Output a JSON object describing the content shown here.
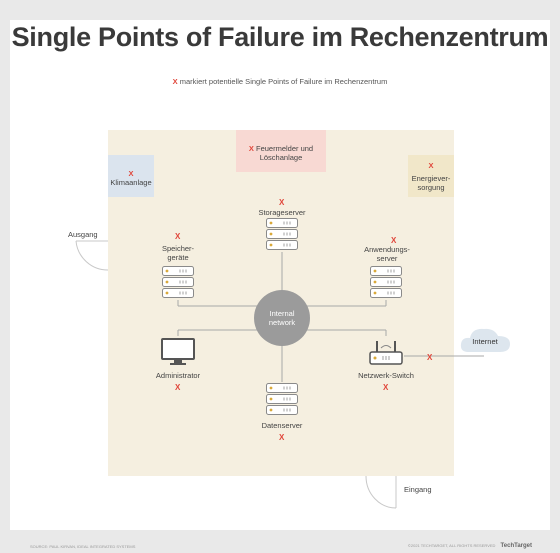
{
  "title": "Single Points of Failure im Rechenzentrum",
  "legend": {
    "marker": "X",
    "text": " markiert potentielle Single Points of Failure im Rechenzentrum"
  },
  "marker": "X",
  "zones": {
    "fire": "Feuermelder und Löschanlage",
    "climate": "Klimaanlage",
    "power": "Energiever-sorgung"
  },
  "nodes": {
    "storage_server": "Storageserver",
    "storage_devices": "Speicher-geräte",
    "app_server": "Anwendungs-server",
    "network": "Internal network",
    "admin": "Administrator",
    "switch": "Netzwerk-Switch",
    "data_server": "Datenserver",
    "internet": "Internet"
  },
  "doors": {
    "exit": "Ausgang",
    "entrance": "Eingang"
  },
  "footer": {
    "source": "SOURCE: PAUL KIRVAN, IDEAL INTEGRATED SYSTEMS",
    "copyright": "©2021 TECHTARGET, ALL RIGHTS RESERVED",
    "brand": "TechTarget"
  },
  "colors": {
    "room": "#f5efe0",
    "fire_zone": "#f8d9d3",
    "climate_zone": "#dbe4ee",
    "power_zone": "#f1e7c9",
    "hub": "#9b9b9b",
    "marker": "#e0463a",
    "cloud": "#dde6ee"
  }
}
